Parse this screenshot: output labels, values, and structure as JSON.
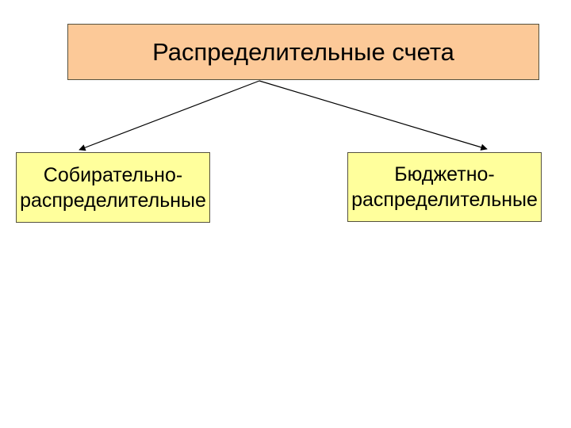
{
  "slide": {
    "title_box": {
      "label": "Распределительные счета"
    },
    "left_box": {
      "lines": [
        "Собирательно-",
        "распределительные"
      ]
    },
    "right_box": {
      "lines": [
        "Бюджетно-",
        "распределительные"
      ]
    },
    "colors": {
      "title_fill": "#FCC998",
      "child_fill": "#FFFF9C",
      "border": "#55513E",
      "arrow": "#000000",
      "text": "#000000",
      "background": "#FFFFFF"
    }
  }
}
